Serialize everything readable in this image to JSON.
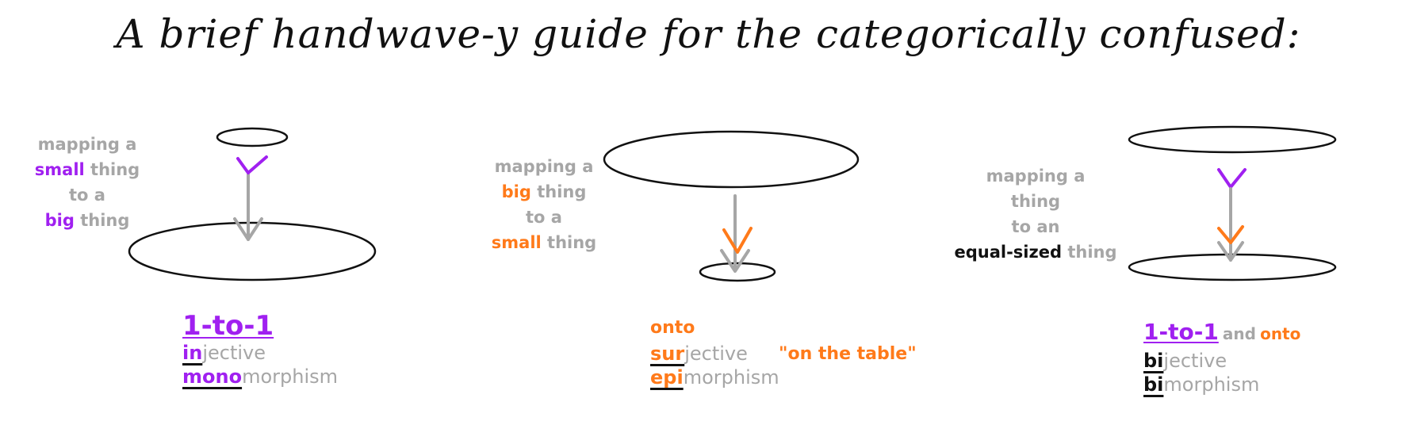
{
  "title": "A brief handwave-y guide for the categorically confused:",
  "colors": {
    "purple": "#a020f0",
    "orange": "#ff7a1a",
    "gray": "#a6a6a6",
    "black": "#111111"
  },
  "panels": [
    {
      "note": [
        "mapping a",
        "small",
        "thing",
        "to a",
        "big",
        "thing"
      ],
      "term_main": "1-to-1",
      "row2": {
        "prefix": "in",
        "rest": "jective"
      },
      "row3": {
        "prefix": "mono",
        "rest": "morphism"
      }
    },
    {
      "note": [
        "mapping a",
        "big",
        "thing",
        "to a",
        "small",
        "thing"
      ],
      "term_main": "onto",
      "row2": {
        "prefix": "sur",
        "rest": "jective"
      },
      "row3": {
        "prefix": "epi",
        "rest": "morphism"
      },
      "quote": "\"on the table\""
    },
    {
      "note": [
        "mapping a",
        "thing",
        "to an",
        "equal-sized",
        "thing"
      ],
      "term_main": "1-to-1",
      "term_and": "and",
      "term_onto": "onto",
      "row2": {
        "prefix": "bi",
        "rest": "jective"
      },
      "row3": {
        "prefix": "bi",
        "rest": "morphism"
      }
    }
  ]
}
